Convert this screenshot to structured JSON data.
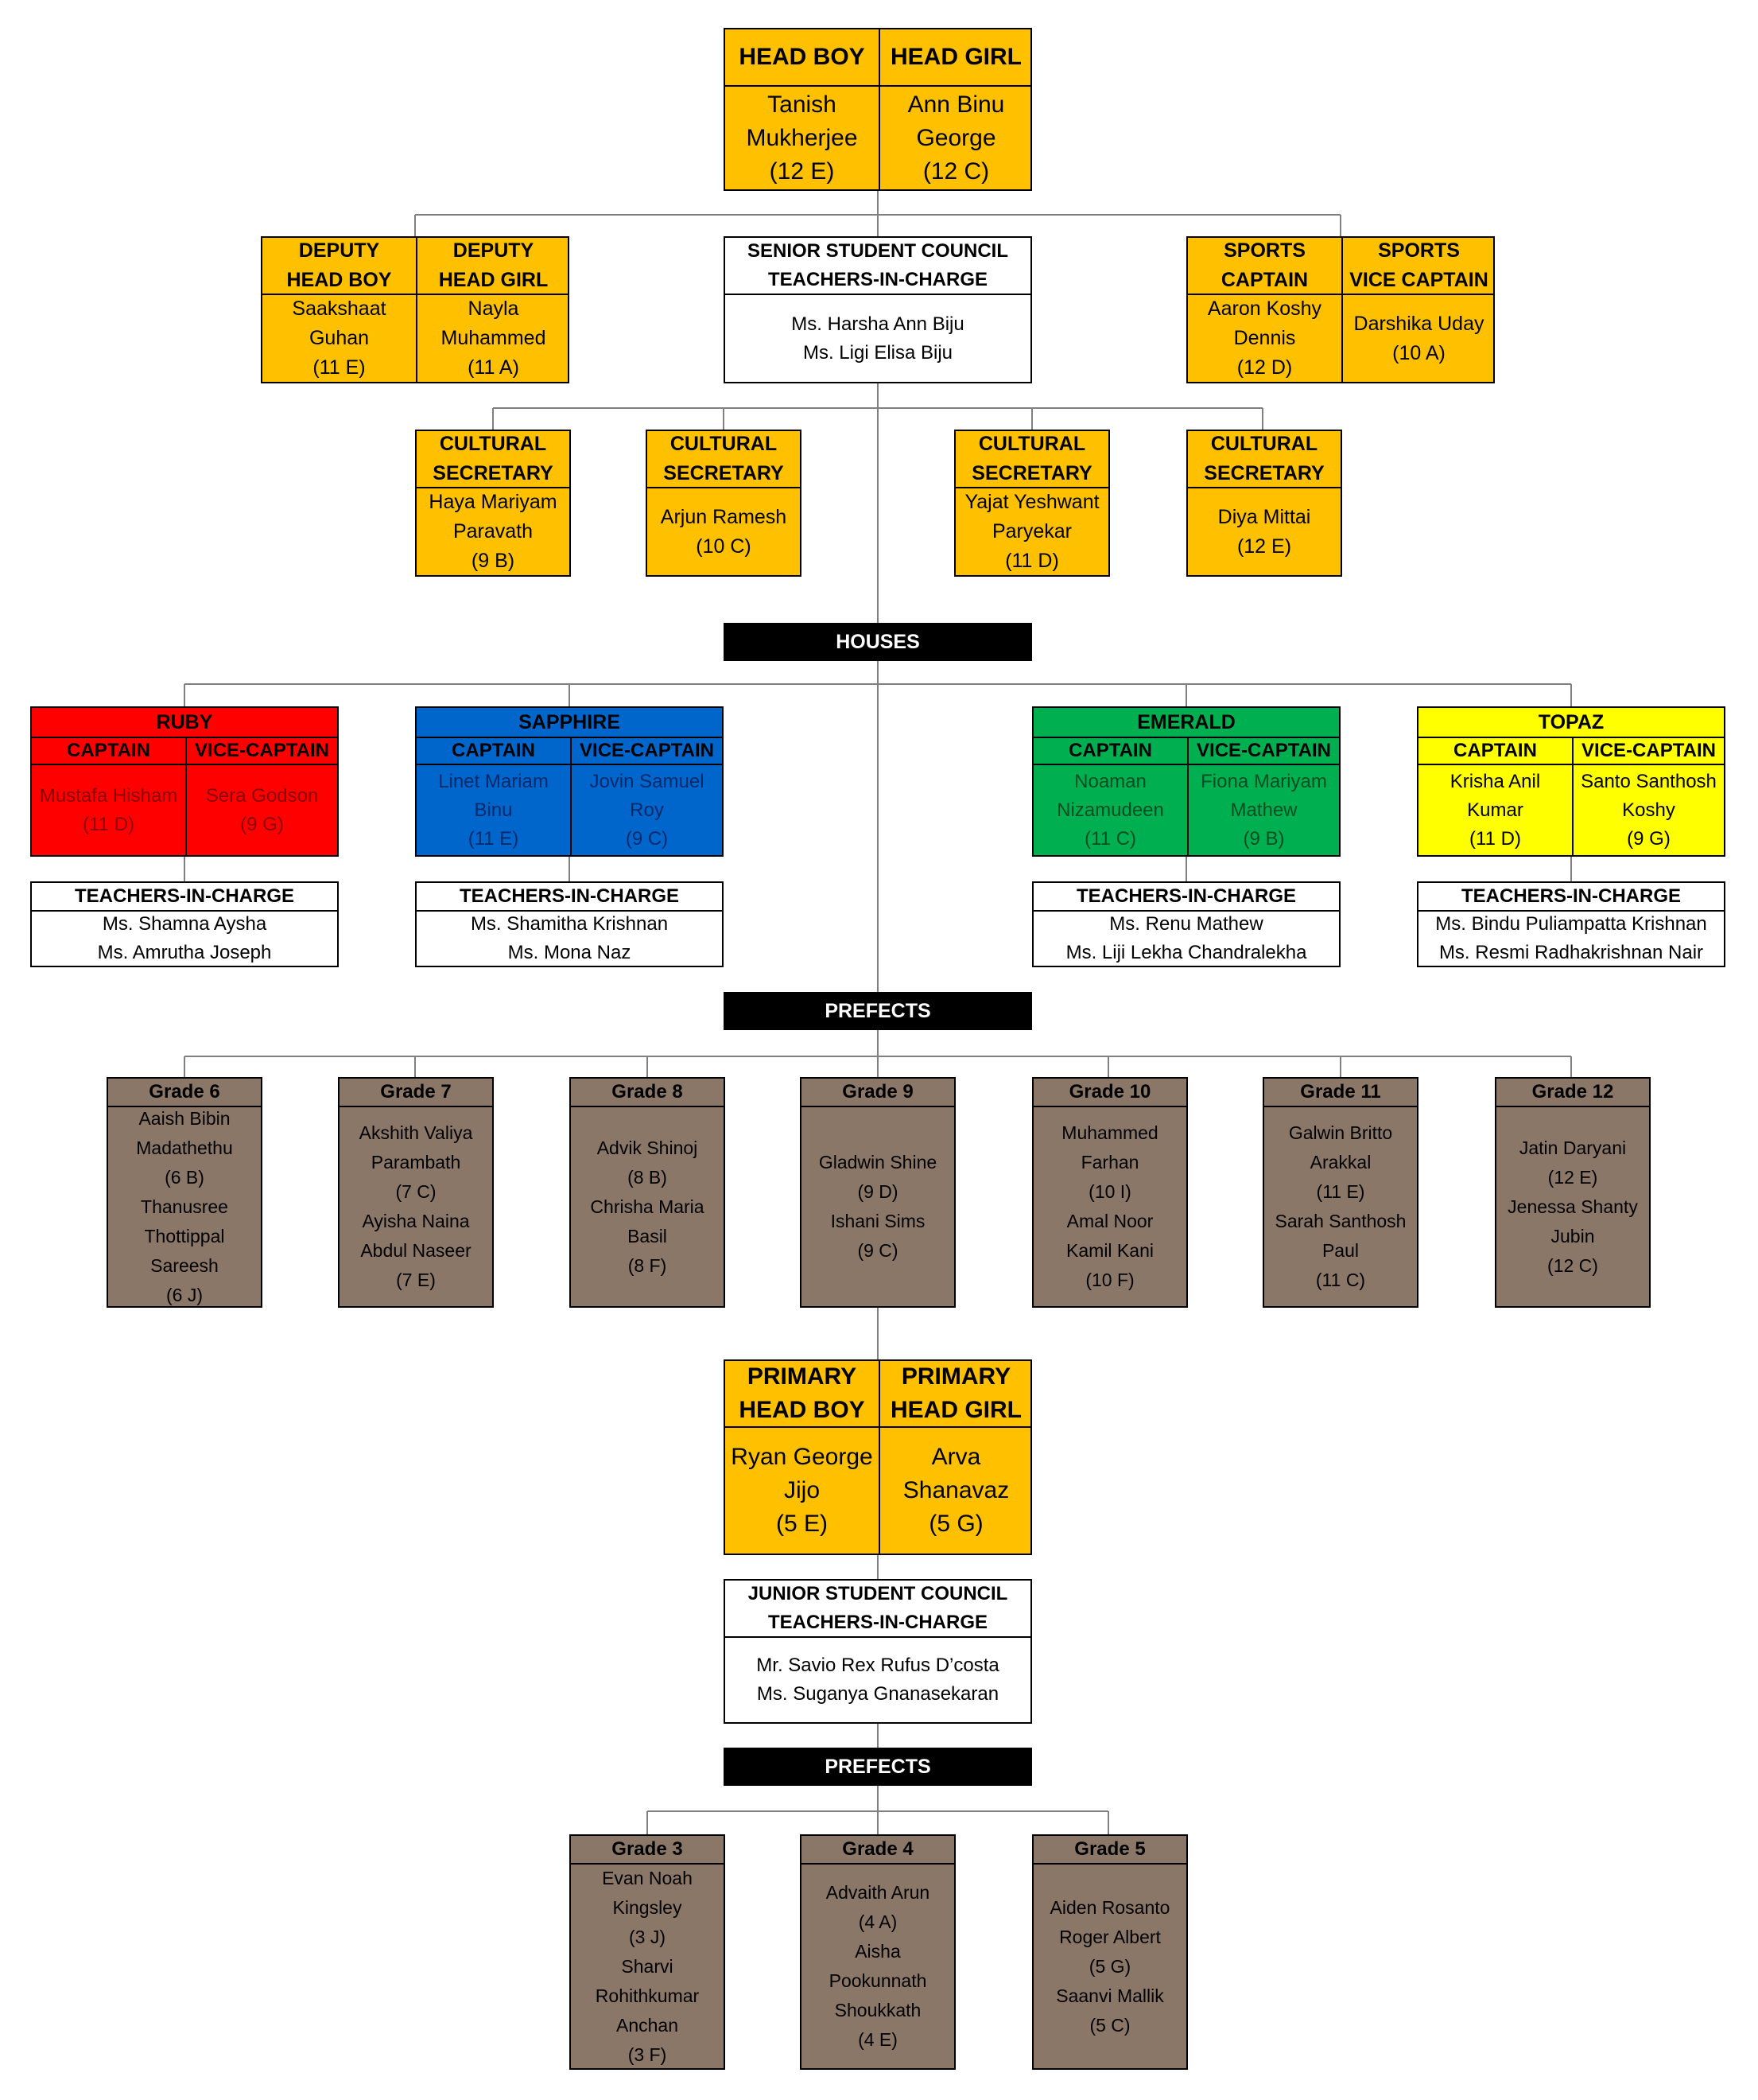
{
  "colors": {
    "leadership": "#FFC000",
    "council": "#FFFFFF",
    "prefects": "#8B7767",
    "ruby": "#FF0000",
    "sapphire": "#0066CC",
    "emerald": "#00B050",
    "topaz": "#FFFF00",
    "banner": "#000000"
  },
  "head": {
    "boy_title": "HEAD BOY",
    "boy_name": [
      "Tanish",
      "Mukherjee",
      "(12 E)"
    ],
    "girl_title": "HEAD GIRL",
    "girl_name": [
      "Ann Binu",
      "George",
      "(12 C)"
    ]
  },
  "deputy": {
    "boy_title": [
      "DEPUTY",
      "HEAD BOY"
    ],
    "boy_name": [
      "Saakshaat",
      "Guhan",
      "(11 E)"
    ],
    "girl_title": [
      "DEPUTY",
      "HEAD GIRL"
    ],
    "girl_name": [
      "Nayla",
      "Muhammed",
      "(11 A)"
    ]
  },
  "senior_council": {
    "title": [
      "SENIOR STUDENT COUNCIL",
      "TEACHERS-IN-CHARGE"
    ],
    "teachers": [
      "Ms. Harsha Ann Biju",
      "Ms. Ligi Elisa Biju"
    ]
  },
  "sports": {
    "captain_title": [
      "SPORTS",
      "CAPTAIN"
    ],
    "captain_name": [
      "Aaron Koshy",
      "Dennis",
      "(12 D)"
    ],
    "vice_title": [
      "SPORTS",
      "VICE CAPTAIN"
    ],
    "vice_name": [
      "Darshika Uday",
      "(10 A)"
    ]
  },
  "cultural": [
    {
      "title": [
        "CULTURAL",
        "SECRETARY"
      ],
      "name": [
        "Haya Mariyam",
        "Paravath",
        "(9 B)"
      ]
    },
    {
      "title": [
        "CULTURAL",
        "SECRETARY"
      ],
      "name": [
        "Arjun Ramesh",
        "(10 C)"
      ]
    },
    {
      "title": [
        "CULTURAL",
        "SECRETARY"
      ],
      "name": [
        "Yajat Yeshwant",
        "Paryekar",
        "(11 D)"
      ]
    },
    {
      "title": [
        "CULTURAL",
        "SECRETARY"
      ],
      "name": [
        "Diya Mittai",
        "(12 E)"
      ]
    }
  ],
  "houses_label": "HOUSES",
  "houses": [
    {
      "name": "RUBY",
      "captain_label": "CAPTAIN",
      "vice_label": "VICE-CAPTAIN",
      "captain": [
        "Mustafa Hisham",
        "(11 D)"
      ],
      "vice": [
        "Sera Godson",
        "(9 G)"
      ],
      "teachers_title": "TEACHERS-IN-CHARGE",
      "teachers": [
        "Ms. Shamna Aysha",
        "Ms. Amrutha Joseph"
      ]
    },
    {
      "name": "SAPPHIRE",
      "captain_label": "CAPTAIN",
      "vice_label": "VICE-CAPTAIN",
      "captain": [
        "Linet Mariam",
        "Binu",
        "(11 E)"
      ],
      "vice": [
        "Jovin Samuel",
        "Roy",
        "(9 C)"
      ],
      "teachers_title": "TEACHERS-IN-CHARGE",
      "teachers": [
        "Ms. Shamitha Krishnan",
        "Ms. Mona Naz"
      ]
    },
    {
      "name": "EMERALD",
      "captain_label": "CAPTAIN",
      "vice_label": "VICE-CAPTAIN",
      "captain": [
        "Noaman",
        "Nizamudeen",
        "(11 C)"
      ],
      "vice": [
        "Fiona Mariyam",
        "Mathew",
        "(9 B)"
      ],
      "teachers_title": "TEACHERS-IN-CHARGE",
      "teachers": [
        "Ms. Renu Mathew",
        "Ms. Liji Lekha Chandralekha"
      ]
    },
    {
      "name": "TOPAZ",
      "captain_label": "CAPTAIN",
      "vice_label": "VICE-CAPTAIN",
      "captain": [
        "Krisha Anil",
        "Kumar",
        "(11 D)"
      ],
      "vice": [
        "Santo Santhosh",
        "Koshy",
        "(9 G)"
      ],
      "teachers_title": "TEACHERS-IN-CHARGE",
      "teachers": [
        "Ms. Bindu Puliampatta Krishnan",
        "Ms. Resmi Radhakrishnan Nair"
      ]
    }
  ],
  "prefects_label": "PREFECTS",
  "senior_prefects": [
    {
      "grade": "Grade 6",
      "names": [
        "Aaish Bibin",
        "Madathethu",
        "(6 B)",
        "Thanusree",
        "Thottippal",
        "Sareesh",
        "(6 J)"
      ]
    },
    {
      "grade": "Grade 7",
      "names": [
        "Akshith Valiya",
        "Parambath",
        "(7 C)",
        "Ayisha Naina",
        "Abdul Naseer",
        "(7 E)"
      ]
    },
    {
      "grade": "Grade 8",
      "names": [
        "Advik Shinoj",
        "(8 B)",
        "Chrisha Maria",
        "Basil",
        "(8 F)"
      ]
    },
    {
      "grade": "Grade 9",
      "names": [
        "Gladwin Shine",
        "(9 D)",
        "Ishani Sims",
        "(9 C)"
      ]
    },
    {
      "grade": "Grade 10",
      "names": [
        "Muhammed",
        "Farhan",
        "(10 I)",
        "Amal Noor",
        "Kamil Kani",
        "(10 F)"
      ]
    },
    {
      "grade": "Grade 11",
      "names": [
        "Galwin Britto",
        "Arakkal",
        "(11 E)",
        "Sarah Santhosh",
        "Paul",
        "(11 C)"
      ]
    },
    {
      "grade": "Grade 12",
      "names": [
        "Jatin Daryani",
        "(12 E)",
        "Jenessa Shanty",
        "Jubin",
        "(12 C)"
      ]
    }
  ],
  "primary": {
    "boy_title": [
      "PRIMARY",
      "HEAD BOY"
    ],
    "boy_name": [
      "Ryan George",
      "Jijo",
      "(5 E)"
    ],
    "girl_title": [
      "PRIMARY",
      "HEAD GIRL"
    ],
    "girl_name": [
      "Arva",
      "Shanavaz",
      "(5 G)"
    ]
  },
  "junior_council": {
    "title": [
      "JUNIOR STUDENT COUNCIL",
      "TEACHERS-IN-CHARGE"
    ],
    "teachers": [
      "Mr. Savio Rex Rufus D’costa",
      "Ms. Suganya Gnanasekaran"
    ]
  },
  "junior_prefects_label": "PREFECTS",
  "junior_prefects": [
    {
      "grade": "Grade 3",
      "names": [
        "Evan Noah",
        "Kingsley",
        "(3 J)",
        "Sharvi",
        "Rohithkumar",
        "Anchan",
        "(3 F)"
      ]
    },
    {
      "grade": "Grade 4",
      "names": [
        "Advaith Arun",
        "(4 A)",
        "Aisha",
        "Pookunnath",
        "Shoukkath",
        "(4 E)"
      ]
    },
    {
      "grade": "Grade 5",
      "names": [
        "Aiden Rosanto",
        "Roger Albert",
        "(5 G)",
        "Saanvi Mallik",
        "(5 C)"
      ]
    }
  ]
}
